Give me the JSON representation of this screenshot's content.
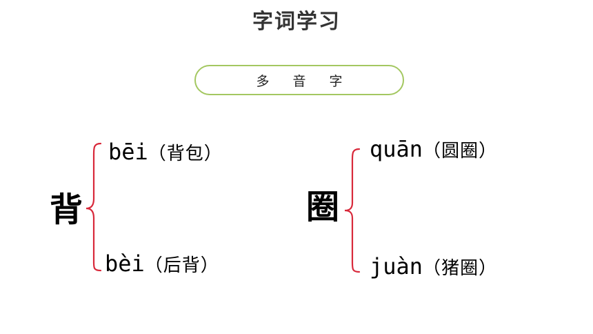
{
  "header": {
    "title": "字词学习"
  },
  "section": {
    "label": "多 音 字"
  },
  "colors": {
    "brace": "#d8283a",
    "pill_border": "#a3c760"
  },
  "groups": [
    {
      "character": "背",
      "readings": [
        {
          "pinyin": "bēi",
          "word": "（背包）"
        },
        {
          "pinyin": "bèi",
          "word": " （后背）"
        }
      ]
    },
    {
      "character": "圈",
      "readings": [
        {
          "pinyin": "quān",
          "word": "（圆圈）"
        },
        {
          "pinyin": "juàn",
          "word": "（猪圈）"
        }
      ]
    }
  ]
}
